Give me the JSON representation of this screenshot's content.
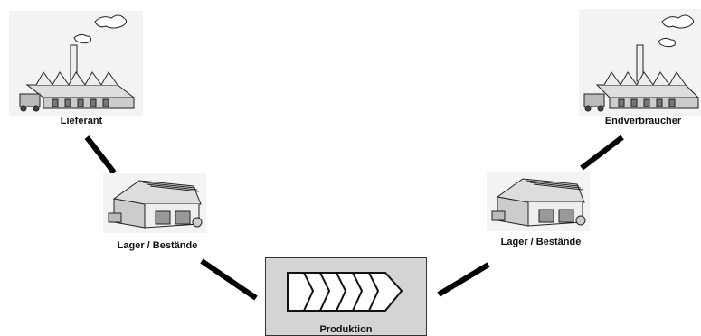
{
  "nodes": {
    "supplier": {
      "label": "Lieferant",
      "icon": "factory-icon"
    },
    "warehouse_left": {
      "label": "Lager / Bestände",
      "icon": "warehouse-icon"
    },
    "production": {
      "label": "Produktion",
      "icon": "chevron-process-icon"
    },
    "warehouse_right": {
      "label": "Lager / Bestände",
      "icon": "warehouse-icon"
    },
    "end_consumer": {
      "label": "Endverbraucher",
      "icon": "factory-icon"
    }
  },
  "colors": {
    "connector": "#000000",
    "production_bg": "#d4d4d4",
    "card_bg": "#f3f3f3"
  }
}
